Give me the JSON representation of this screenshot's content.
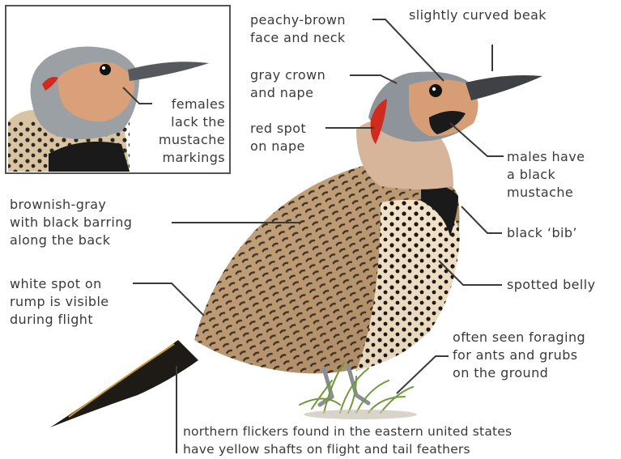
{
  "labels": {
    "peachy": [
      "peachy-brown",
      "face and neck"
    ],
    "beak": [
      "slightly curved beak"
    ],
    "crown": [
      "gray crown",
      "and nape"
    ],
    "redspot": [
      "red spot",
      "on nape"
    ],
    "females": [
      "females",
      "lack the",
      "mustache",
      "markings"
    ],
    "males": [
      "males have",
      "a black",
      "mustache"
    ],
    "back": [
      "brownish-gray",
      "with black barring",
      "along the back"
    ],
    "bib": [
      "black ‘bib’"
    ],
    "rump": [
      "white spot on",
      "rump is visible",
      "during flight"
    ],
    "belly": [
      "spotted belly"
    ],
    "foraging": [
      "often seen foraging",
      "for ants and grubs",
      "on the ground"
    ],
    "shafts": [
      "northern flickers found in the eastern united states",
      "have yellow shafts on flight and tail feathers"
    ]
  },
  "colors": {
    "text": "#3a3a3a",
    "leader": "#3a3a3a",
    "inset_border": "#555555",
    "gray": "#8e9499",
    "peach": "#d79e76",
    "tan": "#c4a27a",
    "red": "#d12a1f",
    "black": "#1a1a1a",
    "belly": "#efe6d3",
    "grass": "#6f9a3c"
  }
}
